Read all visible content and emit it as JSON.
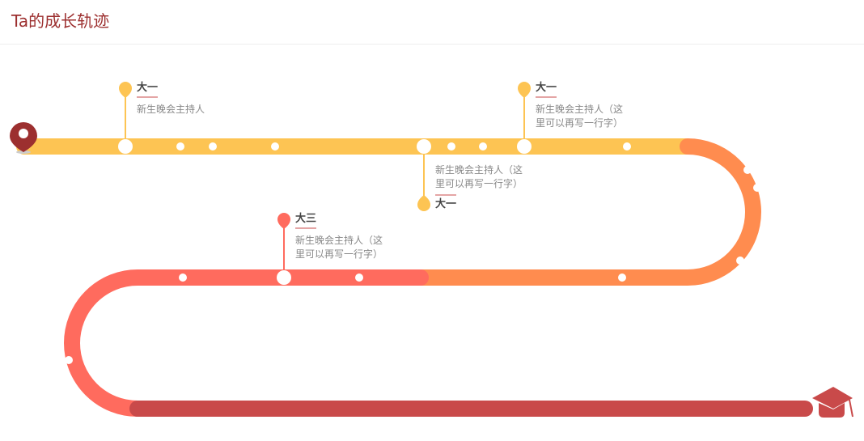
{
  "header": {
    "title": "Ta的成长轨迹"
  },
  "colors": {
    "title": "#9c2f2f",
    "yellow": "#fdc453",
    "orange": "#ff8c4f",
    "coral": "#ff6b5e",
    "red": "#c94a4a"
  },
  "milestones": [
    {
      "label": "大一",
      "desc": "新生晚会主持人"
    },
    {
      "label": "大一",
      "desc": "新生晚会主持人（这里可以再写一行字）"
    },
    {
      "label": "大一",
      "desc": "新生晚会主持人（这里可以再写一行字）"
    },
    {
      "label": "大三",
      "desc": "新生晚会主持人（这里可以再写一行字）"
    }
  ],
  "icons": {
    "start": "location-pin-icon",
    "end": "graduation-cap-icon"
  }
}
